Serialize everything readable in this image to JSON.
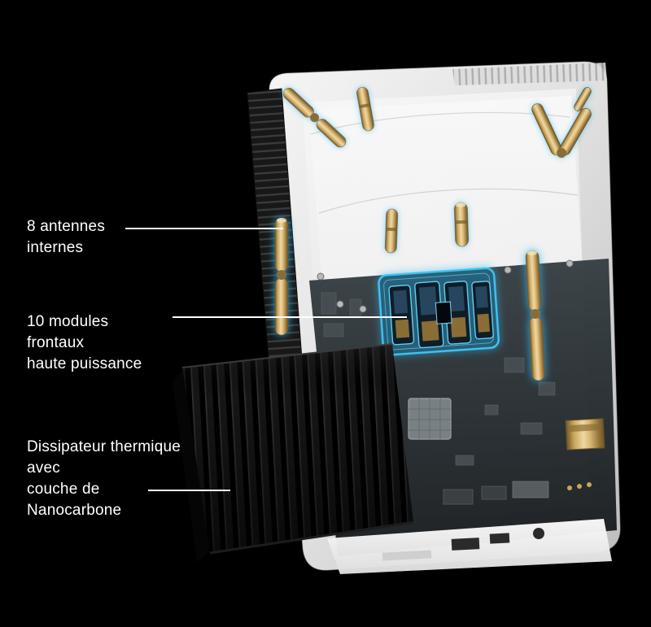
{
  "page": {
    "background_color": "#000000",
    "text_color": "#ffffff",
    "callout_line_color": "#ffffff"
  },
  "colors": {
    "glow_cyan": "#3fc3f4",
    "antenna_gold": "#caa55b",
    "antenna_gold_dark": "#6f5526",
    "chassis_light": "#eeeeee",
    "pcb_dark": "#20262a",
    "heatsink_black": "#0d0d0d"
  },
  "illustration": {
    "subject": "router-exploded-view",
    "parts": [
      "internal-antennas",
      "front-end-modules",
      "main-board",
      "nanocarbon-heatsink",
      "chassis"
    ]
  },
  "callouts": [
    {
      "id": "internal-antennas",
      "lines": [
        "8 antennes",
        "internes"
      ]
    },
    {
      "id": "front-end-modules",
      "lines": [
        "10 modules",
        "frontaux",
        "haute puissance"
      ]
    },
    {
      "id": "nanocarbon-heatsink",
      "lines": [
        "Dissipateur thermique",
        "avec",
        "couche de",
        "Nanocarbone"
      ]
    }
  ]
}
